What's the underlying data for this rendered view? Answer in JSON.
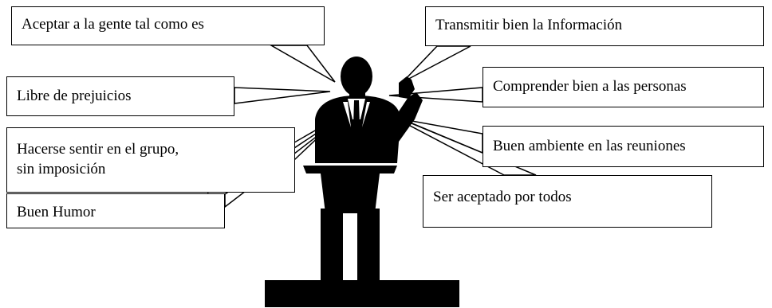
{
  "diagram": {
    "callouts": {
      "aceptar": "Aceptar a la gente tal como es",
      "libre": "Libre de prejuicios",
      "hacerse": [
        "Hacerse sentir en el grupo,",
        "sin imposición"
      ],
      "humor": "Buen Humor",
      "transmitir": "Transmitir bien la Información",
      "comprender": "Comprender bien a las personas",
      "ambiente": "Buen ambiente en las reuniones",
      "aceptado": "Ser aceptado por todos"
    },
    "central_figure": "speaker-at-podium silhouette",
    "colors": {
      "ink": "#000000",
      "paper": "#ffffff"
    }
  }
}
